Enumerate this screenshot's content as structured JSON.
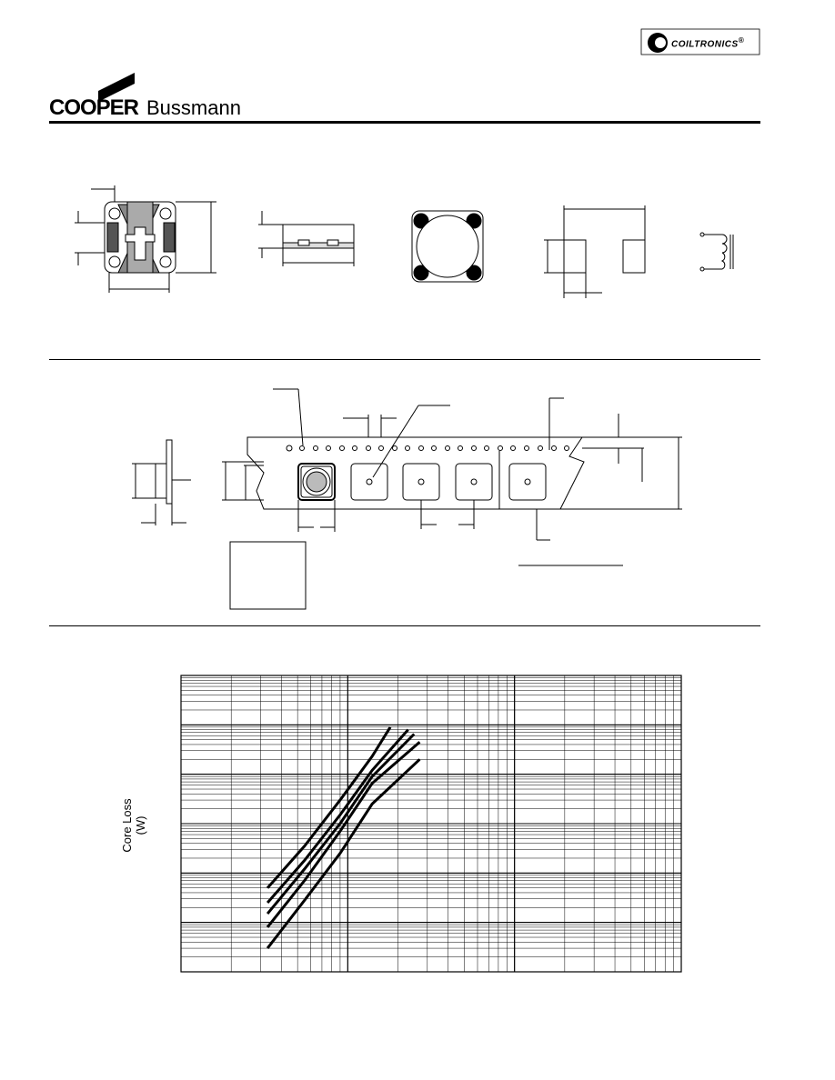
{
  "header": {
    "brand_primary": "COOPER",
    "brand_secondary": "Bussmann",
    "partner_logo": "COILTRONICS",
    "partner_logo_mark": "®"
  },
  "chart": {
    "ylabel": "Core Loss (W)"
  },
  "chart_data": {
    "type": "line",
    "title": "",
    "xlabel": "",
    "ylabel": "Core Loss (W)",
    "x_scale": "log",
    "y_scale": "log",
    "x_decades": 3,
    "y_decades": 6,
    "grid": true,
    "legend": "none",
    "series": [
      {
        "x": [
          0.33,
          0.55,
          0.9,
          1.4,
          1.8
        ],
        "y": [
          0.0005,
          0.0035,
          0.03,
          0.23,
          0.9
        ]
      },
      {
        "x": [
          0.33,
          0.55,
          0.9,
          1.4,
          2.3
        ],
        "y": [
          0.00025,
          0.0018,
          0.015,
          0.12,
          0.8
        ]
      },
      {
        "x": [
          0.33,
          0.55,
          0.9,
          1.4,
          2.5
        ],
        "y": [
          0.00015,
          0.0012,
          0.01,
          0.09,
          0.65
        ]
      },
      {
        "x": [
          0.33,
          0.55,
          0.9,
          1.4,
          2.7
        ],
        "y": [
          8e-05,
          0.0007,
          0.007,
          0.065,
          0.45
        ]
      },
      {
        "x": [
          0.33,
          0.55,
          0.9,
          1.4,
          2.7
        ],
        "y": [
          3e-05,
          0.00028,
          0.0025,
          0.025,
          0.2
        ]
      }
    ]
  },
  "colors": {
    "ink": "#000000",
    "paper": "#ffffff"
  }
}
